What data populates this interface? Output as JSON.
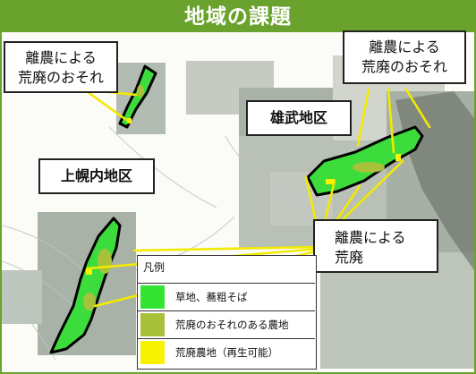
{
  "title": "地域の課題",
  "callouts": {
    "top_left": [
      "離農による",
      "荒廃のおそれ"
    ],
    "top_right": [
      "離農による",
      "荒廃のおそれ"
    ],
    "bottom_right": [
      "離農による",
      "荒廃"
    ]
  },
  "districts": {
    "kamihoronai": "上幌内地区",
    "yubu": "雄武地区"
  },
  "legend": {
    "title": "凡例",
    "items": [
      {
        "label": "草地、蕎粗そば",
        "color": "#33e433"
      },
      {
        "label": "荒廃のおそれのある農地",
        "color": "#a7c23a"
      },
      {
        "label": "荒廃農地（再生可能）",
        "color": "#f7f200"
      }
    ]
  },
  "colors": {
    "accent": "#6aa22e",
    "pointer": "#f2ea00"
  }
}
